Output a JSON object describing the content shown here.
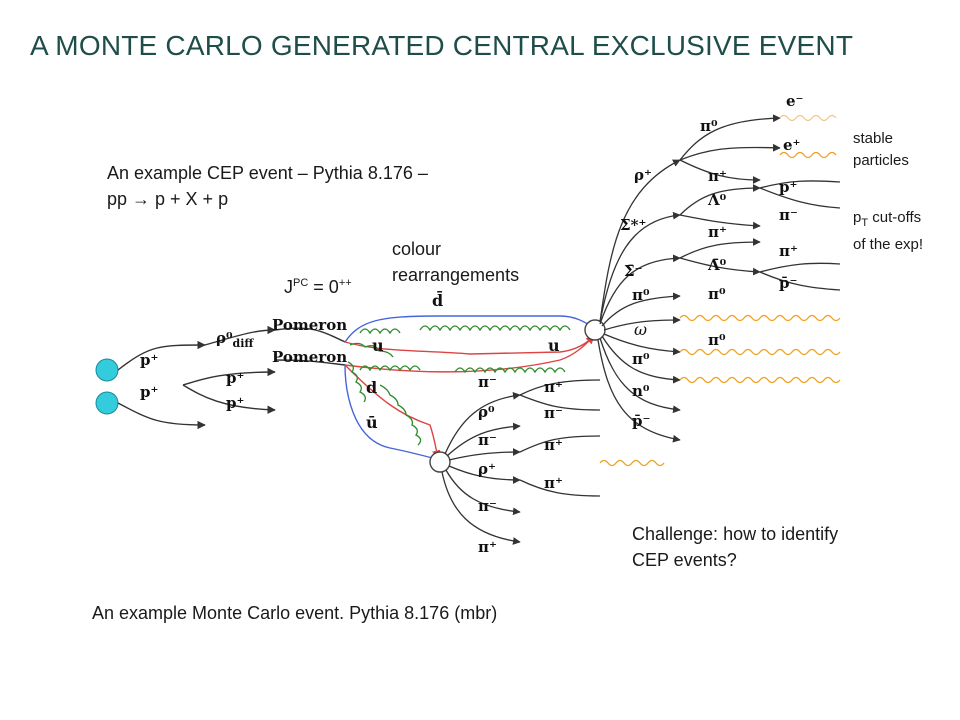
{
  "title": "A MONTE CARLO GENERATED CENTRAL EXCLUSIVE EVENT",
  "example_cep": {
    "line1": "An example CEP event – Pythia 8.176 –",
    "line2": "pp → p + X + p"
  },
  "jpc": {
    "j": "J",
    "sup1": "PC",
    "eq": " = 0",
    "sup2": "++"
  },
  "colour": {
    "line1": "colour",
    "line2": "rearrangements"
  },
  "stable": {
    "line1": "stable",
    "line2": "particles"
  },
  "pt_cut": {
    "p": "p",
    "sub": "T",
    "rest": " cut-offs",
    "line2": "of the exp!"
  },
  "challenge": {
    "line1": "Challenge: how to identify",
    "line2": "CEP events?"
  },
  "caption": "An example Monte Carlo event. Pythia 8.176 (mbr)",
  "diagram_labels": {
    "p_plus_1": "p⁺",
    "p_plus_2": "p⁺",
    "p_plus_3": "p⁺",
    "p_plus_4": "p⁺",
    "rho_diff": "ρ⁰",
    "rho_diff_sub": "diff",
    "pomeron_1": "Pomeron",
    "pomeron_2": "Pomeron",
    "dbar": "d̄",
    "u1": "u",
    "u2": "u",
    "d": "d",
    "ubar": "ū",
    "e_minus": "e⁻",
    "e_plus": "e⁺",
    "pi0_1": "π⁰",
    "pi_plus_1": "π⁺",
    "rho_plus_1": "ρ⁺",
    "p_plus_top": "p⁺",
    "lambda0": "Λ⁰",
    "pi_minus_1": "π⁻",
    "sigma_star": "Σ*⁺",
    "pi_plus_2": "π⁺",
    "sigma_bar": "Σ̄⁻",
    "lambda_bar": "Λ̄⁰",
    "pi0_2": "π⁰",
    "pi_plus_3": "π⁺",
    "pbar_1": "p̄⁻",
    "pi0_3": "π⁰",
    "omega": "ω",
    "pi0_4": "π⁰",
    "pi0_5": "π⁰",
    "n0": "n⁰",
    "pbar_2": "p̄⁻",
    "pi_minus_2": "π⁻",
    "pi_plus_4": "π⁺",
    "rho0_2": "ρ⁰",
    "pi_minus_3": "π⁻",
    "pi_minus_4": "π⁻",
    "pi_plus_5": "π⁺",
    "rho_plus_2": "ρ⁺",
    "pi_plus_6": "π⁺",
    "pi_minus_5": "π⁻",
    "pi_plus_7": "π⁺"
  },
  "colors": {
    "title": "#1f4e4a",
    "gluon": "#2e8b2e",
    "blue_line": "#4466dd",
    "red_line": "#dd4444",
    "proton": "#33ccdd",
    "wavy": "#f0a020"
  }
}
